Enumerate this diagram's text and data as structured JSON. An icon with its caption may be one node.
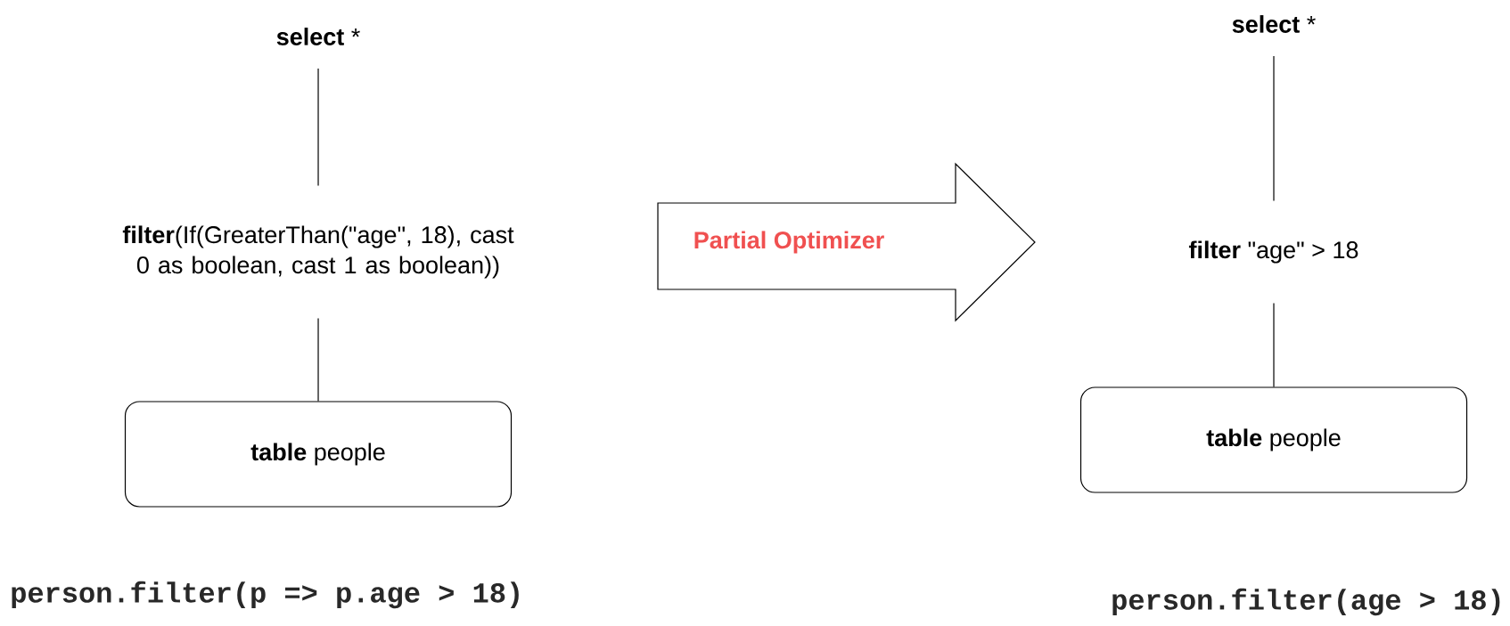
{
  "diagram": {
    "nodes": [
      {
        "text": [
          "**select** *"
        ]
      },
      {
        "text": [
          "**filter**(If(GreaterThan(\"age\", 18), cast 0 as boolean, cast 1 as boolean))"
        ]
      },
      {
        "text": [
          "**table** people"
        ]
      },
      {
        "text": [
          "Partial Optimizer"
        ]
      },
      {
        "text": [
          "**select** *"
        ]
      },
      {
        "text": [
          "**filter** \"age\" > 18"
        ]
      },
      {
        "text": [
          "**table** people"
        ]
      }
    ],
    "edges": [
      {
        "from": 0,
        "to": 1,
        "arrow": "none"
      },
      {
        "from": 1,
        "to": 2,
        "arrow": "none"
      },
      {
        "from": 4,
        "to": 5,
        "arrow": "none"
      },
      {
        "from": 5,
        "to": 6,
        "arrow": "none"
      }
    ],
    "labels": [
      "person.filter(p => p.age > 18)",
      "person.filter(age > 18)"
    ]
  }
}
